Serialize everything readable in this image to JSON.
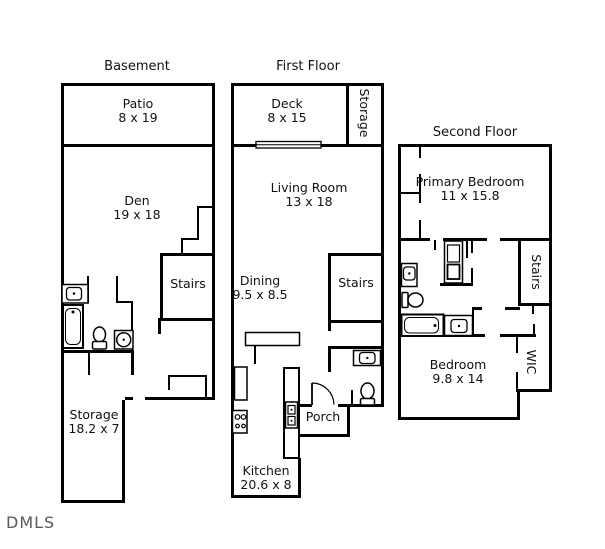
{
  "watermark": "DMLS",
  "colors": {
    "wall": "#000000",
    "text": "#111111",
    "watermark": "#5a5a5a",
    "background": "#ffffff"
  },
  "floors": {
    "basement": {
      "title": "Basement",
      "rooms": {
        "patio": {
          "name": "Patio",
          "dims": "8 x 19"
        },
        "den": {
          "name": "Den",
          "dims": "19 x 18"
        },
        "stairs": {
          "name": "Stairs"
        },
        "storage": {
          "name": "Storage",
          "dims": "18.2 x 7"
        }
      },
      "fixtures": [
        "vanity-sink",
        "bathtub",
        "toilet",
        "laundry-sink",
        "stair-steps"
      ]
    },
    "first_floor": {
      "title": "First Floor",
      "rooms": {
        "deck": {
          "name": "Deck",
          "dims": "8 x 15"
        },
        "storage": {
          "name": "Storage"
        },
        "living_room": {
          "name": "Living Room",
          "dims": "13 x 18"
        },
        "dining": {
          "name": "Dining",
          "dims": "9.5 x 8.5"
        },
        "stairs": {
          "name": "Stairs"
        },
        "porch": {
          "name": "Porch"
        },
        "kitchen": {
          "name": "Kitchen",
          "dims": "20.6 x 8"
        }
      },
      "fixtures": [
        "sliding-door",
        "dining-counter",
        "refrigerator",
        "stove",
        "island-counter",
        "wall-oven",
        "vanity-sink",
        "toilet",
        "door-swing"
      ]
    },
    "second_floor": {
      "title": "Second Floor",
      "rooms": {
        "primary_bedroom": {
          "name": "Primary Bedroom",
          "dims": "11 x 15.8"
        },
        "stairs": {
          "name": "Stairs"
        },
        "wic": {
          "name": "WIC"
        },
        "bedroom": {
          "name": "Bedroom",
          "dims": "9.8 x 14"
        }
      },
      "fixtures": [
        "vanity-sink",
        "toilet",
        "bathtub",
        "linen-closet",
        "vanity-sink"
      ]
    }
  }
}
